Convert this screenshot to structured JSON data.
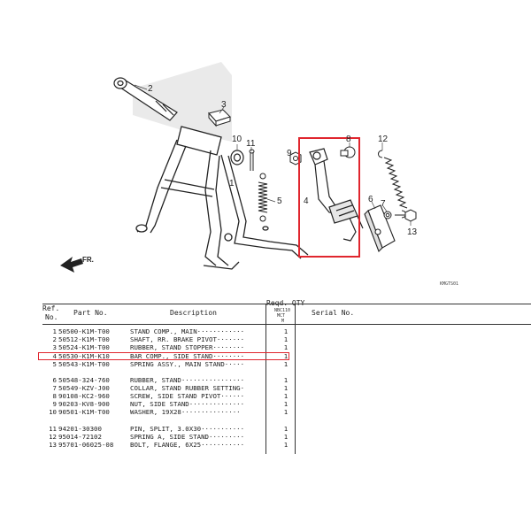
{
  "diagram": {
    "figure_code": "KMGTS01",
    "callouts": [
      {
        "id": "c1",
        "label": "1"
      },
      {
        "id": "c2",
        "label": "2"
      },
      {
        "id": "c3",
        "label": "3"
      },
      {
        "id": "c4",
        "label": "4"
      },
      {
        "id": "c5",
        "label": "5"
      },
      {
        "id": "c6",
        "label": "6"
      },
      {
        "id": "c7",
        "label": "7"
      },
      {
        "id": "c8",
        "label": "8"
      },
      {
        "id": "c9",
        "label": "9"
      },
      {
        "id": "c10",
        "label": "10"
      },
      {
        "id": "c11",
        "label": "11"
      },
      {
        "id": "c12",
        "label": "12"
      },
      {
        "id": "c13",
        "label": "13"
      }
    ],
    "front_label": "FR.",
    "highlight_color": "#e0262e"
  },
  "table": {
    "headers": {
      "ref_top": "Ref.",
      "ref_bottom": "No.",
      "part_no": "Part No.",
      "description": "Description",
      "reqd_qty": "Reqd. QTY",
      "model_top": "NBC110",
      "model_mid": "MCT",
      "model_bottom": "M",
      "serial_no": "Serial No."
    },
    "rows": [
      {
        "ref": "1",
        "part": "50500-K1M-T00",
        "desc": "STAND COMP., MAIN············",
        "qty": "1"
      },
      {
        "ref": "2",
        "part": "50512-K1M-T00",
        "desc": "SHAFT, RR. BRAKE PIVOT·······",
        "qty": "1"
      },
      {
        "ref": "3",
        "part": "50524-K1M-T00",
        "desc": "RUBBER, STAND STOPPER········",
        "qty": "1"
      },
      {
        "ref": "4",
        "part": "50530-K1M-K10",
        "desc": "BAR COMP., SIDE STAND········",
        "qty": "1"
      },
      {
        "ref": "5",
        "part": "50543-K1M-T00",
        "desc": "SPRING ASSY., MAIN STAND·····",
        "qty": "1"
      },
      {
        "ref": "6",
        "part": "50548-324-760",
        "desc": "RUBBER, STAND················",
        "qty": "1"
      },
      {
        "ref": "7",
        "part": "50549-KZV-J00",
        "desc": "COLLAR, STAND RUBBER SETTING·",
        "qty": "1"
      },
      {
        "ref": "8",
        "part": "90108-KC2-960",
        "desc": "SCREW, SIDE STAND PIVOT······",
        "qty": "1"
      },
      {
        "ref": "9",
        "part": "90203-KV8-900",
        "desc": "NUT, SIDE STAND··············",
        "qty": "1"
      },
      {
        "ref": "10",
        "part": "90501-K1M-T00",
        "desc": "WASHER, 19X28···············",
        "qty": "1"
      },
      {
        "ref": "11",
        "part": "94201-30300",
        "desc": "PIN, SPLIT, 3.0X30···········",
        "qty": "1"
      },
      {
        "ref": "12",
        "part": "95014-72102",
        "desc": "SPRING A, SIDE STAND·········",
        "qty": "1"
      },
      {
        "ref": "13",
        "part": "95701-06025-08",
        "desc": "BOLT, FLANGE, 6X25···········",
        "qty": "1"
      }
    ]
  }
}
